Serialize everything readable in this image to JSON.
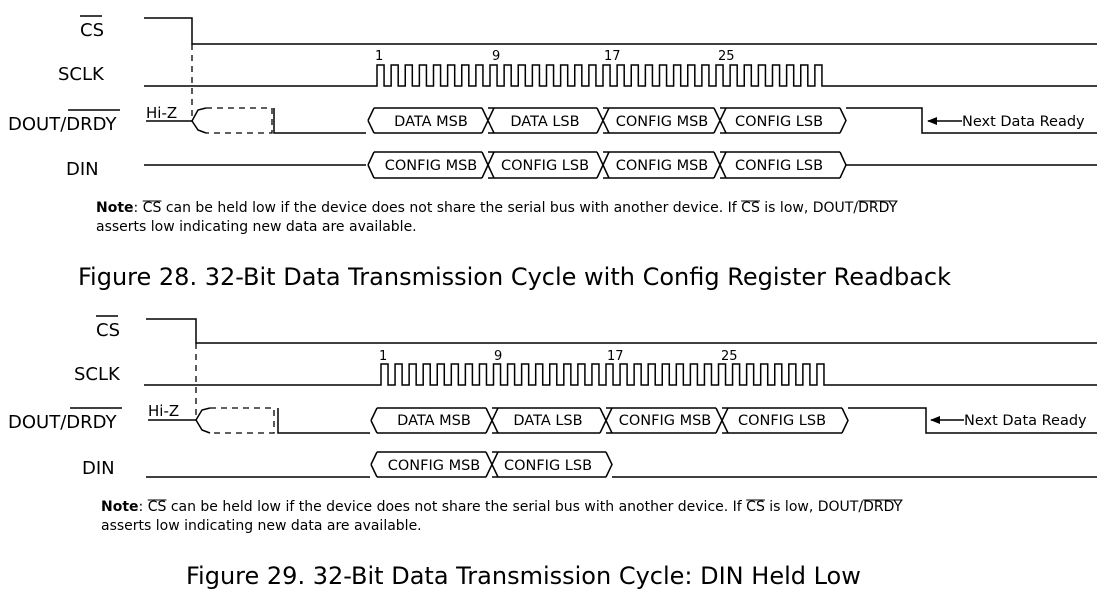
{
  "figure28": {
    "signals": {
      "cs": "CS",
      "sclk": "SCLK",
      "dout_main": "DOUT/",
      "dout_bar": "DRDY",
      "din": "DIN"
    },
    "hiz": "Hi-Z",
    "ticks": [
      "1",
      "9",
      "17",
      "25"
    ],
    "dout_segments": [
      "DATA MSB",
      "DATA LSB",
      "CONFIG MSB",
      "CONFIG LSB"
    ],
    "din_segments": [
      "CONFIG MSB",
      "CONFIG LSB",
      "CONFIG MSB",
      "CONFIG LSB"
    ],
    "next_data_ready": "Next Data Ready",
    "note": {
      "bold": "Note",
      "t1": ": ",
      "cs": "CS",
      "t2": " can be held low if the device does not share the serial bus with another device. If ",
      "cs2": "CS",
      "t3": " is low, DOUT/",
      "drdy": "DRDY",
      "line2": "asserts low indicating new data are available."
    },
    "caption": "Figure 28. 32-Bit Data Transmission Cycle with Config Register Readback"
  },
  "figure29": {
    "signals": {
      "cs": "CS",
      "sclk": "SCLK",
      "dout_main": "DOUT/",
      "dout_bar": "DRDY",
      "din": "DIN"
    },
    "hiz": "Hi-Z",
    "ticks": [
      "1",
      "9",
      "17",
      "25"
    ],
    "dout_segments": [
      "DATA MSB",
      "DATA LSB",
      "CONFIG MSB",
      "CONFIG LSB"
    ],
    "din_segments": [
      "CONFIG MSB",
      "CONFIG LSB"
    ],
    "next_data_ready": "Next Data Ready",
    "note": {
      "bold": "Note",
      "t1": ": ",
      "cs": "CS",
      "t2": " can be held low if the device does not share the serial bus with another device. If ",
      "cs2": "CS",
      "t3": " is low, DOUT/",
      "drdy": "DRDY",
      "line2": "asserts low indicating new data are available."
    },
    "caption": "Figure 29. 32-Bit Data Transmission Cycle: DIN Held Low"
  }
}
